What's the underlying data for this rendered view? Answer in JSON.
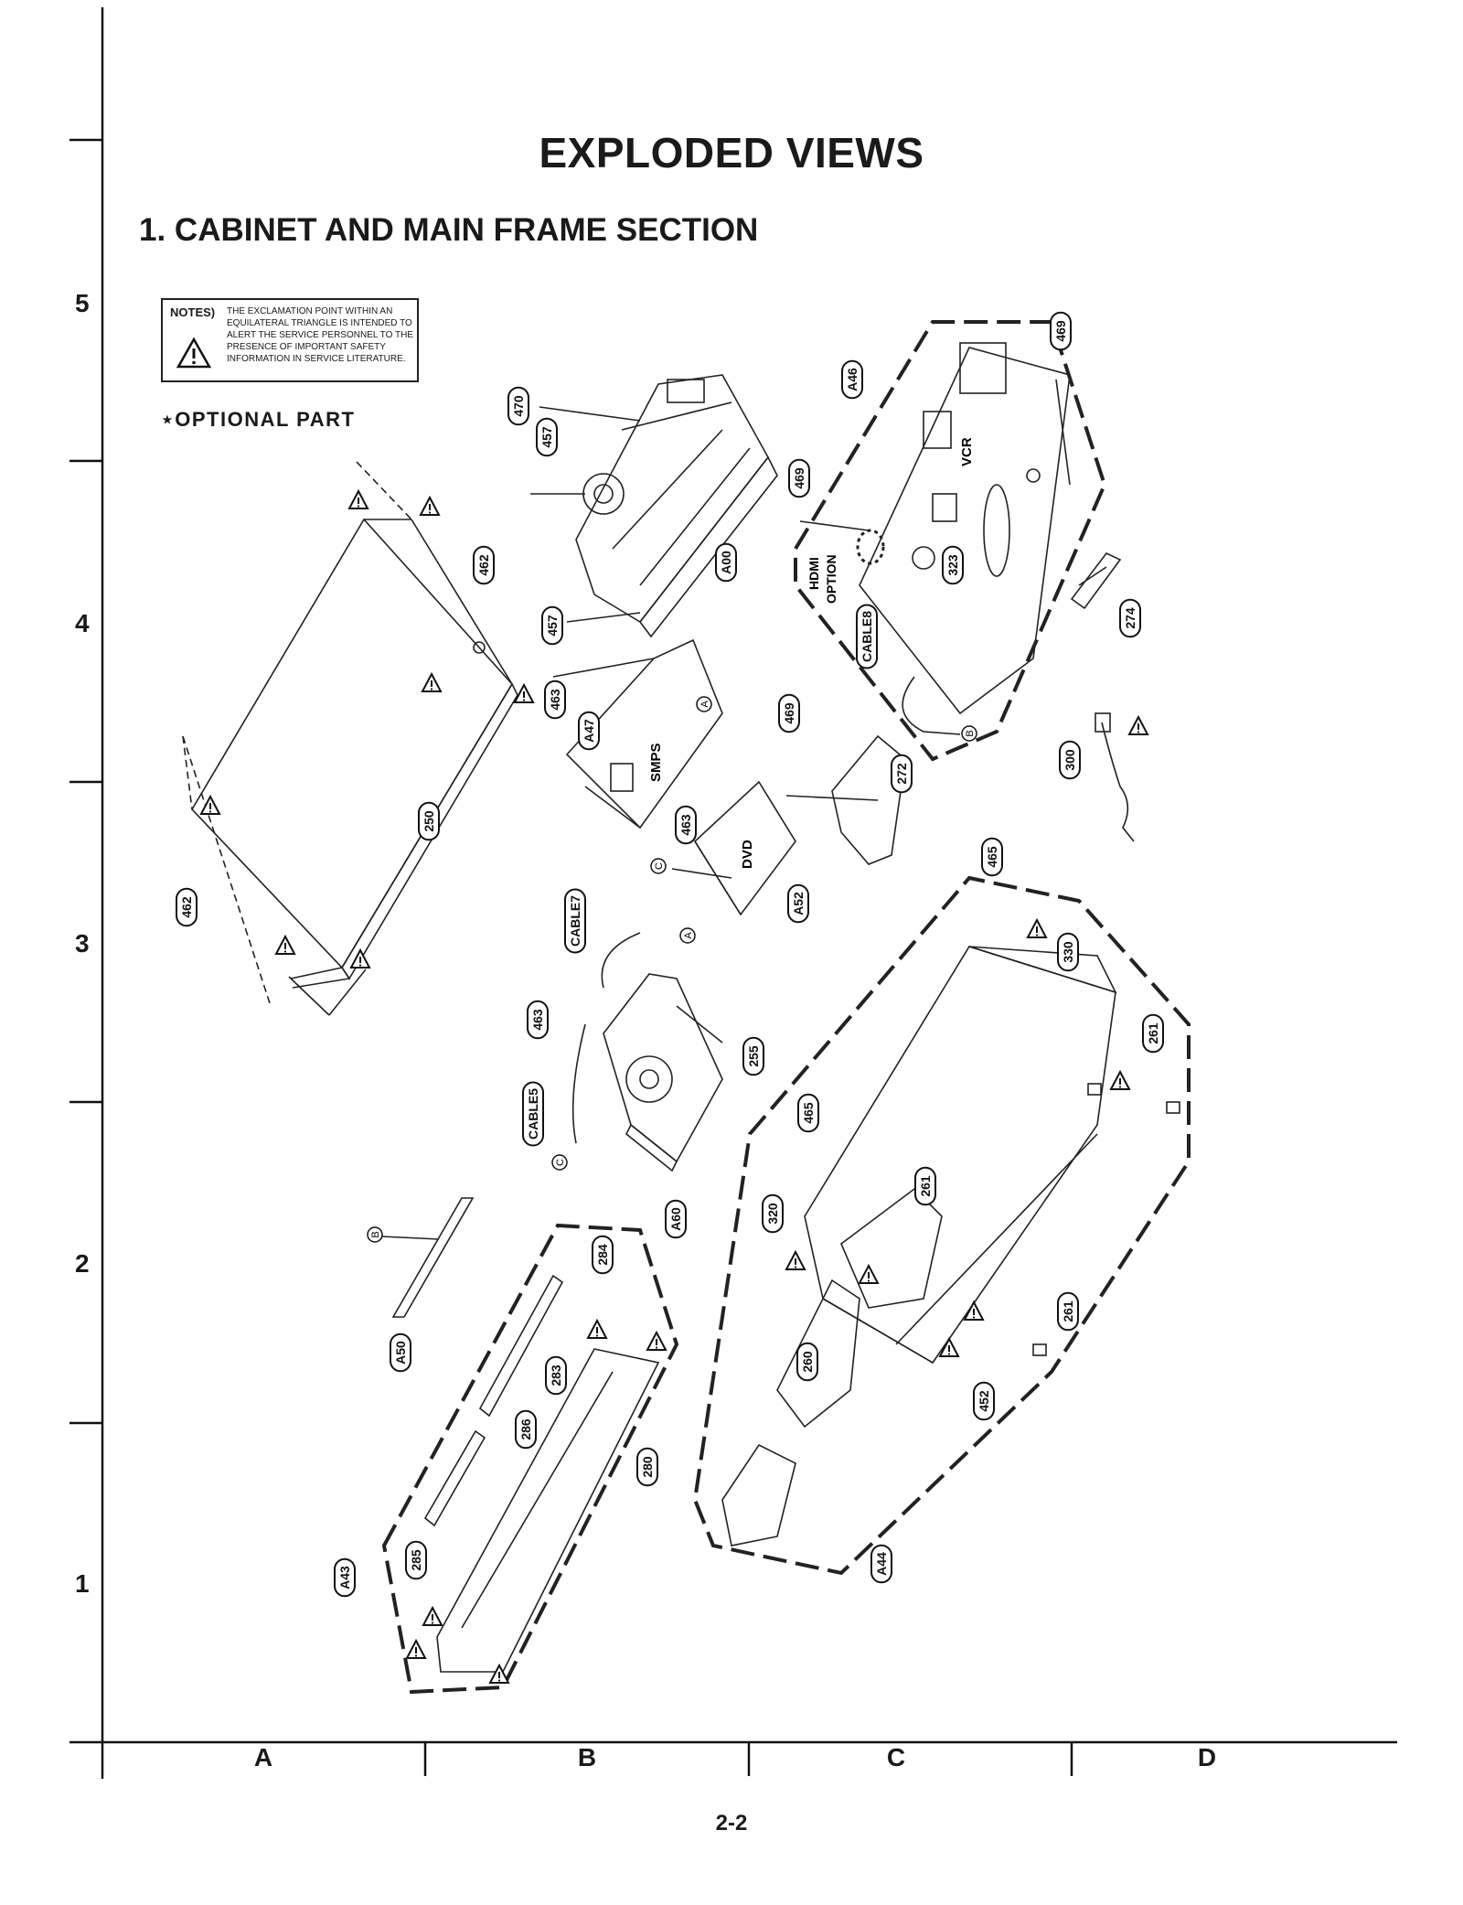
{
  "header": {
    "title": "EXPLODED VIEWS",
    "section": "1. CABINET AND MAIN FRAME SECTION"
  },
  "notes": {
    "label": "NOTES)",
    "text": "THE EXCLAMATION POINT WITHIN AN EQUILATERAL TRIANGLE IS INTENDED TO ALERT THE SERVICE PERSONNEL TO THE PRESENCE OF IMPORTANT SAFETY INFORMATION IN SERVICE LITERATURE."
  },
  "optional_part": "⋆OPTIONAL PART",
  "grid": {
    "rows": [
      "5",
      "4",
      "3",
      "2",
      "1"
    ],
    "cols": [
      "A",
      "B",
      "C",
      "D"
    ]
  },
  "page_number": "2-2",
  "diagram_labels": {
    "vcr": "VCR",
    "hdmi": "HDMI",
    "option": "OPTION",
    "smps": "SMPS",
    "dvd": "DVD"
  },
  "callouts": [
    "470",
    "457",
    "457",
    "A00",
    "469",
    "A46",
    "469",
    "323",
    "274",
    "CABLE8",
    "462",
    "A47",
    "463",
    "469",
    "272",
    "300",
    "250",
    "463",
    "A52",
    "465",
    "462",
    "CABLE7",
    "330",
    "463",
    "255",
    "261",
    "CABLE5",
    "465",
    "A60",
    "261",
    "320",
    "284",
    "A50",
    "261",
    "283",
    "260",
    "286",
    "452",
    "280",
    "A43",
    "285",
    "A44"
  ],
  "connector_markers": [
    "A",
    "A",
    "B",
    "B",
    "C",
    "C"
  ]
}
